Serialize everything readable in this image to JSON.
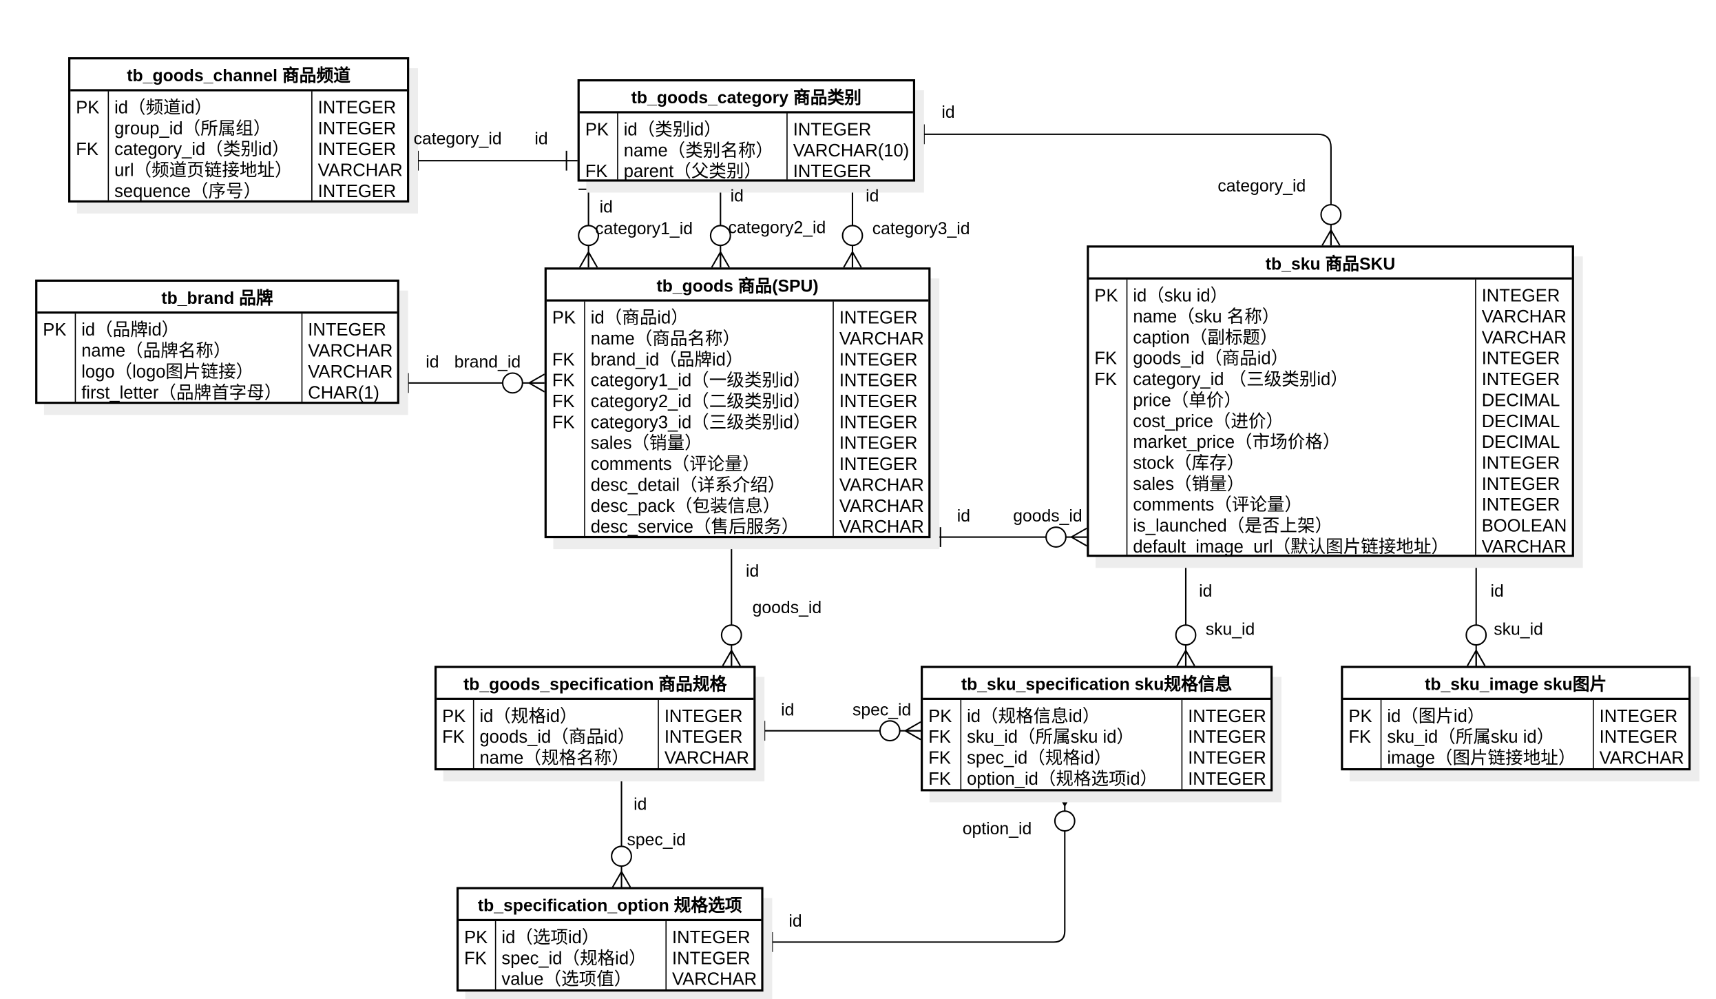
{
  "tables": {
    "goods_channel": {
      "title": "tb_goods_channel 商品频道",
      "rows": [
        {
          "key": "PK",
          "name": "id（频道id）",
          "type": "INTEGER"
        },
        {
          "key": "",
          "name": "group_id（所属组）",
          "type": "INTEGER"
        },
        {
          "key": "FK",
          "name": "category_id（类别id）",
          "type": "INTEGER"
        },
        {
          "key": "",
          "name": "url（频道页链接地址）",
          "type": "VARCHAR"
        },
        {
          "key": "",
          "name": "sequence（序号）",
          "type": "INTEGER"
        }
      ]
    },
    "goods_category": {
      "title": "tb_goods_category 商品类别",
      "rows": [
        {
          "key": "PK",
          "name": "id（类别id）",
          "type": "INTEGER"
        },
        {
          "key": "",
          "name": "name（类别名称）",
          "type": "VARCHAR(10)"
        },
        {
          "key": "FK",
          "name": "parent（父类别）",
          "type": "INTEGER"
        }
      ]
    },
    "brand": {
      "title": "tb_brand 品牌",
      "rows": [
        {
          "key": "PK",
          "name": "id（品牌id）",
          "type": "INTEGER"
        },
        {
          "key": "",
          "name": "name（品牌名称）",
          "type": "VARCHAR"
        },
        {
          "key": "",
          "name": "logo（logo图片链接）",
          "type": "VARCHAR"
        },
        {
          "key": "",
          "name": "first_letter（品牌首字母）",
          "type": "CHAR(1)"
        }
      ]
    },
    "goods": {
      "title": "tb_goods  商品(SPU)",
      "rows": [
        {
          "key": "PK",
          "name": "id（商品id）",
          "type": "INTEGER"
        },
        {
          "key": "",
          "name": "name（商品名称）",
          "type": "VARCHAR"
        },
        {
          "key": "FK",
          "name": "brand_id（品牌id）",
          "type": "INTEGER"
        },
        {
          "key": "FK",
          "name": "category1_id（一级类别id）",
          "type": "INTEGER"
        },
        {
          "key": "FK",
          "name": "category2_id（二级类别id）",
          "type": "INTEGER"
        },
        {
          "key": "FK",
          "name": "category3_id（三级类别id）",
          "type": "INTEGER"
        },
        {
          "key": "",
          "name": "sales（销量）",
          "type": "INTEGER"
        },
        {
          "key": "",
          "name": "comments（评论量）",
          "type": "INTEGER"
        },
        {
          "key": "",
          "name": "desc_detail（详系介绍）",
          "type": "VARCHAR"
        },
        {
          "key": "",
          "name": "desc_pack（包装信息）",
          "type": "VARCHAR"
        },
        {
          "key": "",
          "name": "desc_service（售后服务）",
          "type": "VARCHAR"
        }
      ]
    },
    "sku": {
      "title": "tb_sku  商品SKU",
      "rows": [
        {
          "key": "PK",
          "name": "id（sku id）",
          "type": "INTEGER"
        },
        {
          "key": "",
          "name": "name（sku 名称）",
          "type": "VARCHAR"
        },
        {
          "key": "",
          "name": "caption（副标题）",
          "type": "VARCHAR"
        },
        {
          "key": "FK",
          "name": "goods_id（商品id）",
          "type": "INTEGER"
        },
        {
          "key": "FK",
          "name": "category_id （三级类别id）",
          "type": "INTEGER"
        },
        {
          "key": "",
          "name": "price（单价）",
          "type": "DECIMAL"
        },
        {
          "key": "",
          "name": "cost_price（进价）",
          "type": "DECIMAL"
        },
        {
          "key": "",
          "name": "market_price（市场价格）",
          "type": "DECIMAL"
        },
        {
          "key": "",
          "name": "stock（库存）",
          "type": "INTEGER"
        },
        {
          "key": "",
          "name": "sales（销量）",
          "type": "INTEGER"
        },
        {
          "key": "",
          "name": "comments（评论量）",
          "type": "INTEGER"
        },
        {
          "key": "",
          "name": "is_launched（是否上架）",
          "type": "BOOLEAN"
        },
        {
          "key": "",
          "name": "default_image_url（默认图片链接地址）",
          "type": "VARCHAR"
        }
      ]
    },
    "goods_specification": {
      "title": "tb_goods_specification  商品规格",
      "rows": [
        {
          "key": "PK",
          "name": "id（规格id）",
          "type": "INTEGER"
        },
        {
          "key": "FK",
          "name": "goods_id（商品id）",
          "type": "INTEGER"
        },
        {
          "key": "",
          "name": "name（规格名称）",
          "type": "VARCHAR"
        }
      ]
    },
    "sku_specification": {
      "title": "tb_sku_specification  sku规格信息",
      "rows": [
        {
          "key": "PK",
          "name": "id（规格信息id）",
          "type": "INTEGER"
        },
        {
          "key": "FK",
          "name": "sku_id（所属sku id）",
          "type": "INTEGER"
        },
        {
          "key": "FK",
          "name": "spec_id（规格id）",
          "type": "INTEGER"
        },
        {
          "key": "FK",
          "name": "option_id（规格选项id）",
          "type": "INTEGER"
        }
      ]
    },
    "sku_image": {
      "title": "tb_sku_image  sku图片",
      "rows": [
        {
          "key": "PK",
          "name": "id（图片id）",
          "type": "INTEGER"
        },
        {
          "key": "FK",
          "name": "sku_id（所属sku id）",
          "type": "INTEGER"
        },
        {
          "key": "",
          "name": "image（图片链接地址）",
          "type": "VARCHAR"
        }
      ]
    },
    "specification_option": {
      "title": "tb_specification_option  规格选项",
      "rows": [
        {
          "key": "PK",
          "name": "id（选项id）",
          "type": "INTEGER"
        },
        {
          "key": "FK",
          "name": "spec_id（规格id）",
          "type": "INTEGER"
        },
        {
          "key": "",
          "name": "value（选项值）",
          "type": "VARCHAR"
        }
      ]
    }
  },
  "relations": [
    {
      "from": "goods_category",
      "to": "goods_channel",
      "one_label": "id",
      "many_label": "category_id"
    },
    {
      "from": "goods_category",
      "to": "sku",
      "one_label": "id",
      "many_label": "category_id"
    },
    {
      "from": "goods_category",
      "to": "goods",
      "one_label": "id",
      "many_label": "category1_id"
    },
    {
      "from": "goods_category",
      "to": "goods",
      "one_label": "id",
      "many_label": "category2_id"
    },
    {
      "from": "goods_category",
      "to": "goods",
      "one_label": "id",
      "many_label": "category3_id"
    },
    {
      "from": "brand",
      "to": "goods",
      "one_label": "id",
      "many_label": "brand_id"
    },
    {
      "from": "goods",
      "to": "sku",
      "one_label": "id",
      "many_label": "goods_id"
    },
    {
      "from": "goods",
      "to": "goods_specification",
      "one_label": "id",
      "many_label": "goods_id"
    },
    {
      "from": "goods_specification",
      "to": "sku_specification",
      "one_label": "id",
      "many_label": "spec_id"
    },
    {
      "from": "sku",
      "to": "sku_specification",
      "one_label": "id",
      "many_label": "sku_id"
    },
    {
      "from": "sku",
      "to": "sku_image",
      "one_label": "id",
      "many_label": "sku_id"
    },
    {
      "from": "goods_specification",
      "to": "specification_option",
      "one_label": "id",
      "many_label": "spec_id"
    },
    {
      "from": "specification_option",
      "to": "sku_specification",
      "one_label": "id",
      "many_label": "option_id"
    }
  ]
}
